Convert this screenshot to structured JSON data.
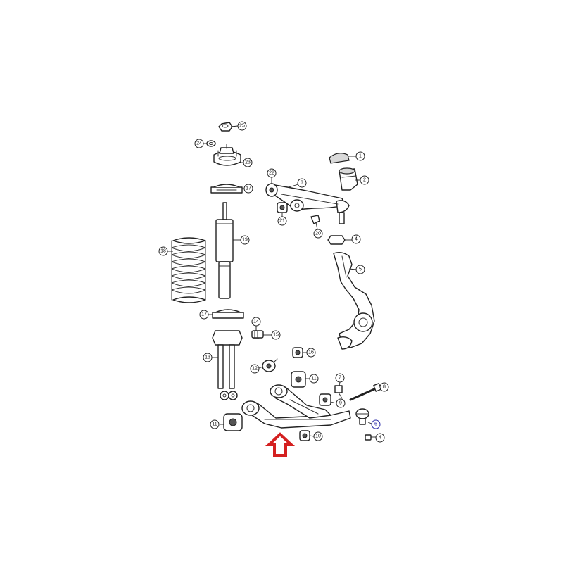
{
  "diagram": {
    "callouts": [
      {
        "id": "c1",
        "label": "1"
      },
      {
        "id": "c2",
        "label": "2"
      },
      {
        "id": "c3",
        "label": "3"
      },
      {
        "id": "c4a",
        "label": "4"
      },
      {
        "id": "c4b",
        "label": "4"
      },
      {
        "id": "c5",
        "label": "5"
      },
      {
        "id": "c6",
        "label": "6"
      },
      {
        "id": "c7",
        "label": "7"
      },
      {
        "id": "c8",
        "label": "8"
      },
      {
        "id": "c9",
        "label": "9"
      },
      {
        "id": "c10",
        "label": "10"
      },
      {
        "id": "c11a",
        "label": "11"
      },
      {
        "id": "c11b",
        "label": "11"
      },
      {
        "id": "c12",
        "label": "12"
      },
      {
        "id": "c13",
        "label": "13"
      },
      {
        "id": "c14",
        "label": "14"
      },
      {
        "id": "c15",
        "label": "15"
      },
      {
        "id": "c16",
        "label": "16"
      },
      {
        "id": "c17a",
        "label": "17"
      },
      {
        "id": "c17b",
        "label": "17"
      },
      {
        "id": "c18",
        "label": "18"
      },
      {
        "id": "c19",
        "label": "19"
      },
      {
        "id": "c20",
        "label": "20"
      },
      {
        "id": "c21",
        "label": "21"
      },
      {
        "id": "c22",
        "label": "22"
      },
      {
        "id": "c23",
        "label": "23"
      },
      {
        "id": "c24",
        "label": "24"
      },
      {
        "id": "c25",
        "label": "25"
      }
    ],
    "highlight_color": "#d42020",
    "callout_6_color": "#2b2ba8"
  }
}
